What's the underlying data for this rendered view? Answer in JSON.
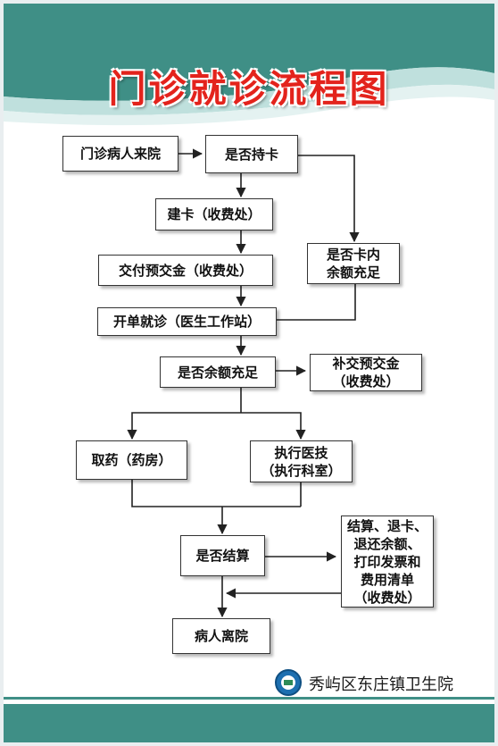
{
  "title": "门诊就诊流程图",
  "colors": {
    "teal": "#3f8f86",
    "teal_light": "#bfe0dd",
    "title_red": "#e3231c"
  },
  "steps": {
    "arrive": "门诊病人来院",
    "has_card": "是否持卡",
    "create_card": "建卡（收费处）",
    "card_balance": "是否卡内\n余额充足",
    "prepay": "交付预交金（收费处）",
    "prescribe": "开单就诊（医生工作站）",
    "balance_enough": "是否余额充足",
    "top_up": "补交预交金\n（收费处）",
    "pharmacy": "取药（药房）",
    "exam": "执行医技\n（执行科室）",
    "settle": "是否结算",
    "checkout": "结算、退卡、\n退还余额、\n打印发票和\n费用清单\n（收费处）",
    "leave": "病人离院"
  },
  "footer": {
    "hospital_name": "秀屿区东庄镇卫生院",
    "logo_icon": "hospital-logo-icon"
  }
}
